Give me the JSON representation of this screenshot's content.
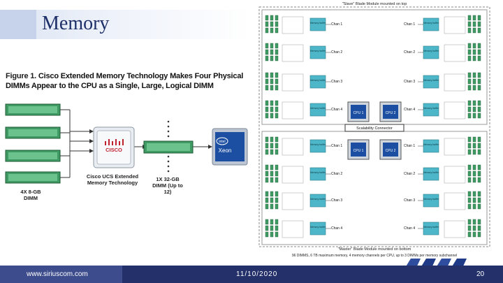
{
  "slide": {
    "title": "Memory",
    "figure_label": "Figure 1.",
    "figure_caption": "Cisco Extended Memory Technology Makes Four Physical DIMMs Appear to the CPU as a Single, Large, Logical DIMM"
  },
  "left_diagram": {
    "physical_dimms_label": "4X 8-GB DIMM",
    "ucs_box_label": "Cisco UCS Extended Memory Technology",
    "cisco_logo_text": "CISCO",
    "logical_dimm_label": "1X 32-GB DIMM (Up to 12)",
    "intel_chip_brand": "intel",
    "intel_chip_model": "Xeon"
  },
  "right_diagram": {
    "top_caption": "\"Slave\" Blade Module mounted on top",
    "bottom_caption_1": "\"Master\" Blade Module mounted on bottom",
    "bottom_caption_2": "96 DIMMS, 6 TB maximum memory, 4 memory channels per CPU, up to 3 DIMMs per memory subchannel",
    "scalability_label": "Scalability Connector",
    "cpu1_label": "CPU 1",
    "cpu2_label": "CPU 2",
    "buffer_label": "Memory buffer",
    "chan_labels": [
      "Chan 1",
      "Chan 2",
      "Chan 3",
      "Chan 4"
    ]
  },
  "footer": {
    "url": "www.siriuscom.com",
    "date": "11/10/2020",
    "page_number": "20"
  },
  "colors": {
    "title": "#1d2f68",
    "footer_bg": "#23306a",
    "dimm_green": "#3f9b63",
    "buffer_teal": "#4db6c8"
  }
}
